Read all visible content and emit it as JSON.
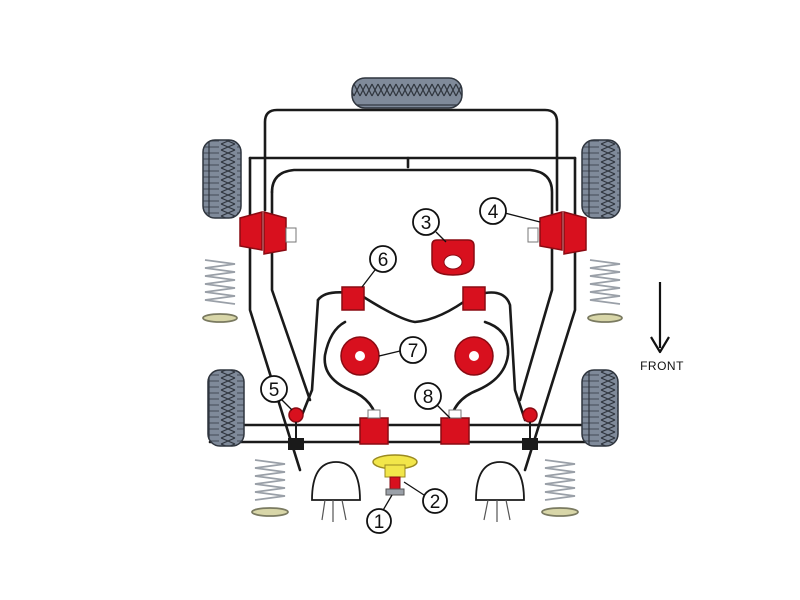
{
  "diagram": {
    "front_label": "FRONT",
    "callouts": [
      {
        "number": "1"
      },
      {
        "number": "2"
      },
      {
        "number": "3"
      },
      {
        "number": "4"
      },
      {
        "number": "5"
      },
      {
        "number": "6"
      },
      {
        "number": "7"
      },
      {
        "number": "8"
      }
    ]
  },
  "colors": {
    "bush_red": "#d8101e",
    "bush_dark": "#8a0a12",
    "yellow_part": "#f2e64a",
    "tire_fill": "#7f8a9a",
    "tire_dark": "#3a414c",
    "frame_stroke": "#1a1a1a",
    "spring_grey": "#9aa0a8",
    "spring_seat": "#d8d6a8"
  }
}
